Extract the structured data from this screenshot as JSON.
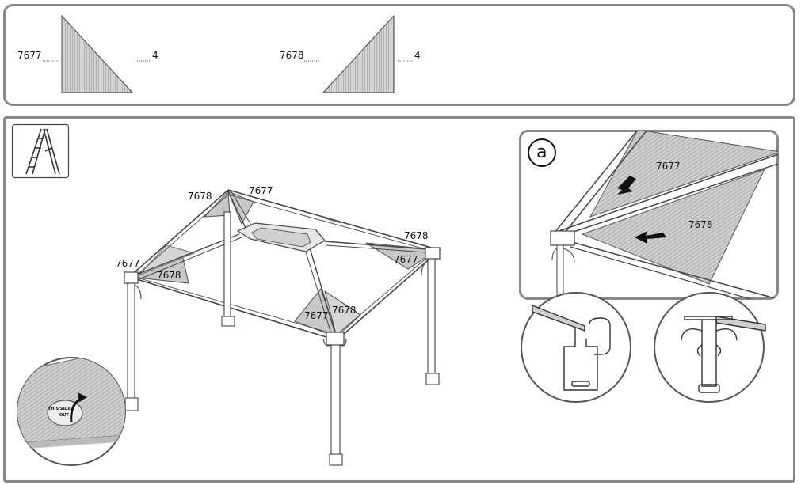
{
  "parts": [
    {
      "part_number": "7677",
      "quantity": "4"
    },
    {
      "part_number": "7678",
      "quantity": "4"
    }
  ],
  "gazebo_labels": [
    "7678",
    "7677",
    "7678",
    "7677",
    "7678",
    "7677",
    "7678",
    "7677"
  ],
  "detail_a": {
    "badge": "a",
    "panel_labels": [
      "7677",
      "7678"
    ]
  },
  "film_label": [
    "THIS SIDE",
    "OUT"
  ]
}
